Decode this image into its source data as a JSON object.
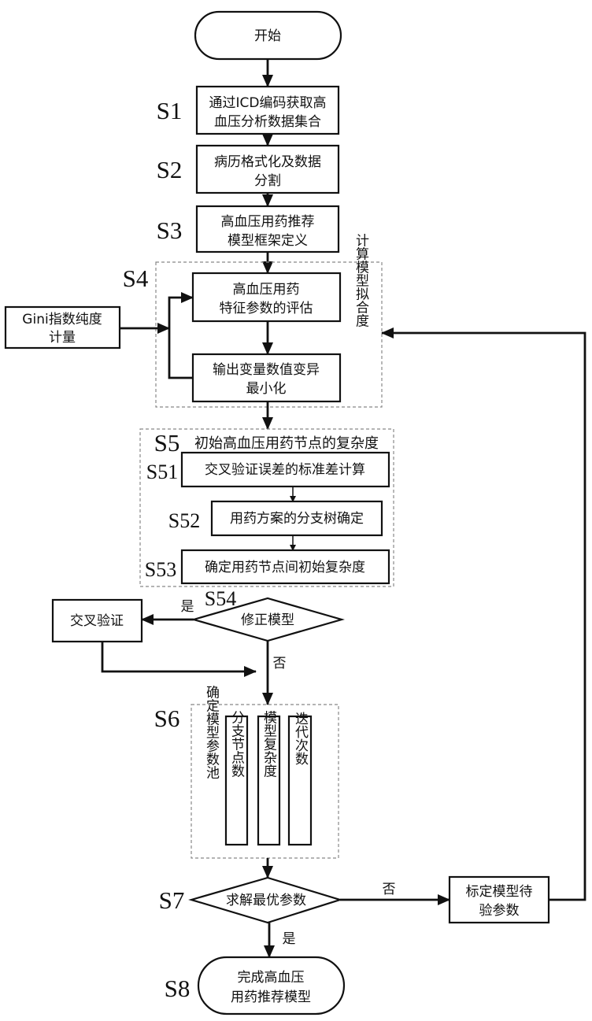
{
  "steps": {
    "start": "开始",
    "s1": {
      "label": "S1",
      "lines": [
        "通过ICD编码获取高",
        "血压分析数据集合"
      ]
    },
    "s2": {
      "label": "S2",
      "lines": [
        "病历格式化及数据",
        "分割"
      ]
    },
    "s3": {
      "label": "S3",
      "lines": [
        "高血压用药推荐",
        "模型框架定义"
      ]
    },
    "s4": {
      "label": "S4",
      "box1": [
        "高血压用药",
        "特征参数的评估"
      ],
      "box2": [
        "输出变量数值变异",
        "最小化"
      ],
      "side": "计算模型拟合度"
    },
    "gini": [
      "Gini指数纯度",
      "计量"
    ],
    "s5": {
      "label": "S5",
      "title": "初始高血压用药节点的复杂度"
    },
    "s51": {
      "label": "S51",
      "text": "交叉验证误差的标准差计算"
    },
    "s52": {
      "label": "S52",
      "text": "用药方案的分支树确定"
    },
    "s53": {
      "label": "S53",
      "text": "确定用药节点间初始复杂度"
    },
    "s54": {
      "label": "S54",
      "text": "修正模型",
      "yes": "是",
      "no": "否"
    },
    "cross_validation": "交叉验证",
    "s6": {
      "label": "S6",
      "pool": "确定模型参数池",
      "items": [
        "分支节点数",
        "模型复杂度",
        "迭代次数"
      ]
    },
    "s7": {
      "label": "S7",
      "text": "求解最优参数",
      "yes": "是",
      "no": "否"
    },
    "calibrate": [
      "标定模型待",
      "验参数"
    ],
    "s8": {
      "label": "S8",
      "lines": [
        "完成高血压",
        "用药推荐模型"
      ]
    }
  }
}
